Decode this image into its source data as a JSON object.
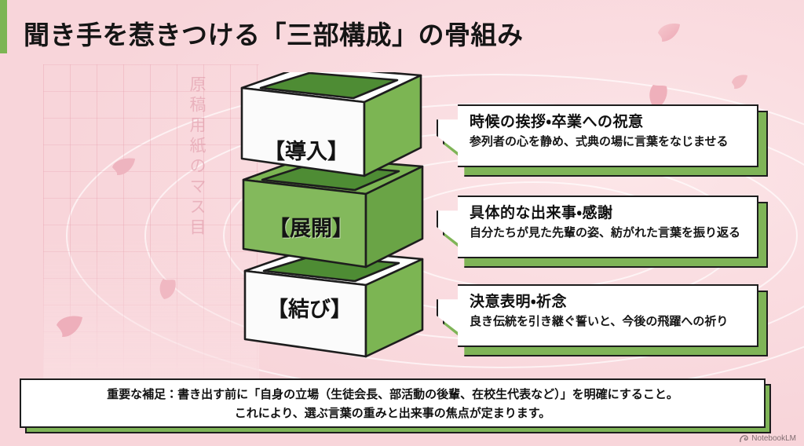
{
  "slide": {
    "title": "聞き手を惹きつける「三部構成」の骨組み",
    "accent_color": "#7cb553",
    "background_color": "#fadfe2",
    "box_green": "#7cb553",
    "box_white": "#ffffff",
    "outline_color": "#1d1d1d"
  },
  "background": {
    "watermark_vertical_text": "原稿用紙のマス目"
  },
  "stack": {
    "boxes": [
      {
        "label": "【導入】",
        "face": "white",
        "side": "green"
      },
      {
        "label": "【展開】",
        "face": "green",
        "side": "green"
      },
      {
        "label": "【結び】",
        "face": "white",
        "side": "green"
      }
    ]
  },
  "callouts": [
    {
      "title": "時候の挨拶・卒業への祝意",
      "subtitle": "参列者の心を静め、式典の場に言葉をなじませる"
    },
    {
      "title": "具体的な出来事・感謝",
      "subtitle": "自分たちが見た先輩の姿、紡がれた言葉を振り返る"
    },
    {
      "title": "決意表明・祈念",
      "subtitle": "良き伝統を引き継ぐ誓いと、今後の飛躍への祈り"
    }
  ],
  "footnote": {
    "line1": "重要な補足：書き出す前に「自身の立場（生徒会長、部活動の後輩、在校生代表など）」を明確にすること。",
    "line2": "これにより、選ぶ言葉の重みと出来事の焦点が定まります。"
  },
  "watermark": {
    "label": "NotebookLM",
    "icon": "notebooklm-icon"
  }
}
